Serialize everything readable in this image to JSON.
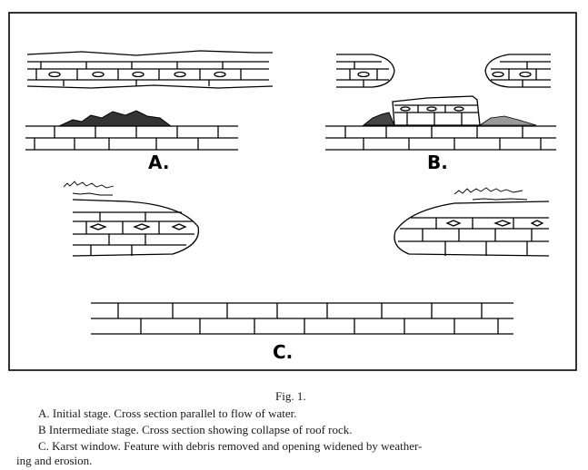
{
  "figure": {
    "panels": [
      {
        "id": "A",
        "label": "A."
      },
      {
        "id": "B",
        "label": "B."
      },
      {
        "id": "C",
        "label": "C."
      }
    ]
  },
  "caption": {
    "fig_number": "Fig. 1.",
    "line_a": "A. Initial stage.  Cross section parallel to flow of water.",
    "line_b": "B  Intermediate stage.  Cross section showing collapse of roof rock.",
    "line_c1": "C. Karst window.  Feature with debris removed and opening widened by weather-",
    "line_c2": "ing and erosion."
  }
}
